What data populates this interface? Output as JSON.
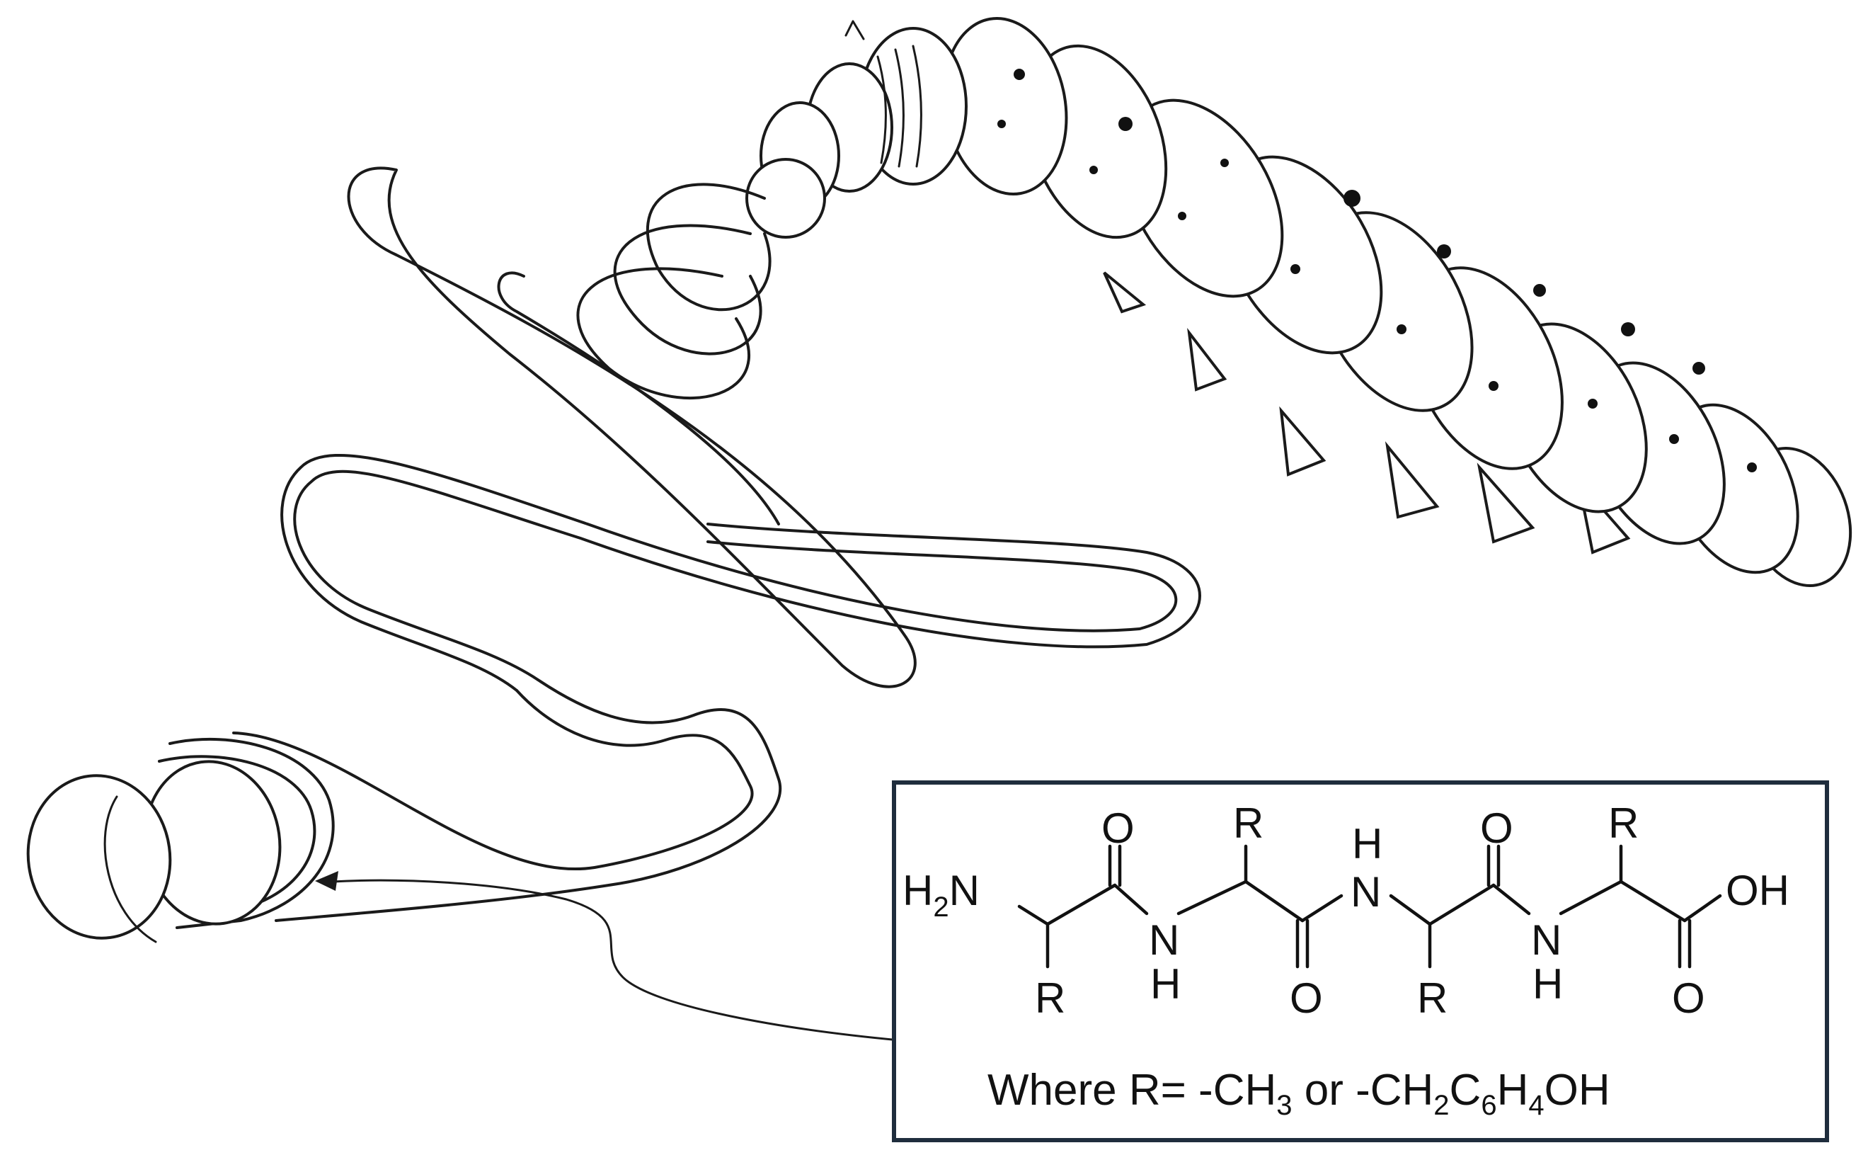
{
  "diagram": {
    "structure": {
      "box_border_color": "#1f2d3d",
      "n_terminus": "H",
      "n_terminus_sub": "2",
      "n_terminus_atom": "N",
      "carbonyl_oxygen": "O",
      "side_chain": "R",
      "amide_nitrogen": "N",
      "amide_hydrogen": "H",
      "acid_group": "OH"
    },
    "caption": {
      "prefix": "Where R= -CH",
      "sub_3": "3",
      "middle": " or -CH",
      "sub_2": "2",
      "c": "C",
      "sub_6": "6",
      "h": "H",
      "sub_4": "4",
      "suffix": "OH"
    }
  }
}
